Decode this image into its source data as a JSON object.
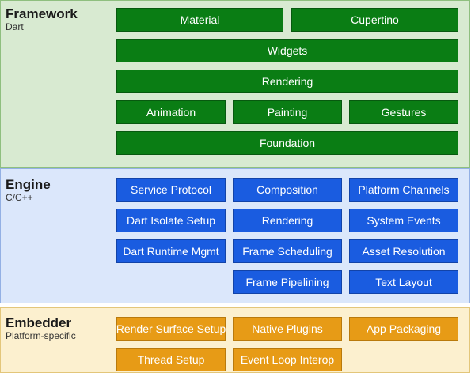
{
  "framework": {
    "title": "Framework",
    "subtitle": "Dart",
    "boxes": {
      "material": "Material",
      "cupertino": "Cupertino",
      "widgets": "Widgets",
      "rendering": "Rendering",
      "animation": "Animation",
      "painting": "Painting",
      "gestures": "Gestures",
      "foundation": "Foundation"
    }
  },
  "engine": {
    "title": "Engine",
    "subtitle": "C/C++",
    "boxes": {
      "service_protocol": "Service Protocol",
      "composition": "Composition",
      "platform_channels": "Platform Channels",
      "dart_isolate_setup": "Dart Isolate Setup",
      "rendering": "Rendering",
      "system_events": "System Events",
      "dart_runtime_mgmt": "Dart Runtime Mgmt",
      "frame_scheduling": "Frame Scheduling",
      "asset_resolution": "Asset Resolution",
      "frame_pipelining": "Frame Pipelining",
      "text_layout": "Text Layout"
    }
  },
  "embedder": {
    "title": "Embedder",
    "subtitle": "Platform-specific",
    "boxes": {
      "render_surface_setup": "Render Surface Setup",
      "native_plugins": "Native Plugins",
      "app_packaging": "App Packaging",
      "thread_setup": "Thread Setup",
      "event_loop_interop": "Event Loop Interop"
    }
  },
  "colors": {
    "framework_box": "#0a7d14",
    "engine_box": "#1a5ce0",
    "embedder_box": "#e79b16",
    "framework_bg": "#d8ead1",
    "engine_bg": "#dbe7fb",
    "embedder_bg": "#fcf0cf"
  }
}
